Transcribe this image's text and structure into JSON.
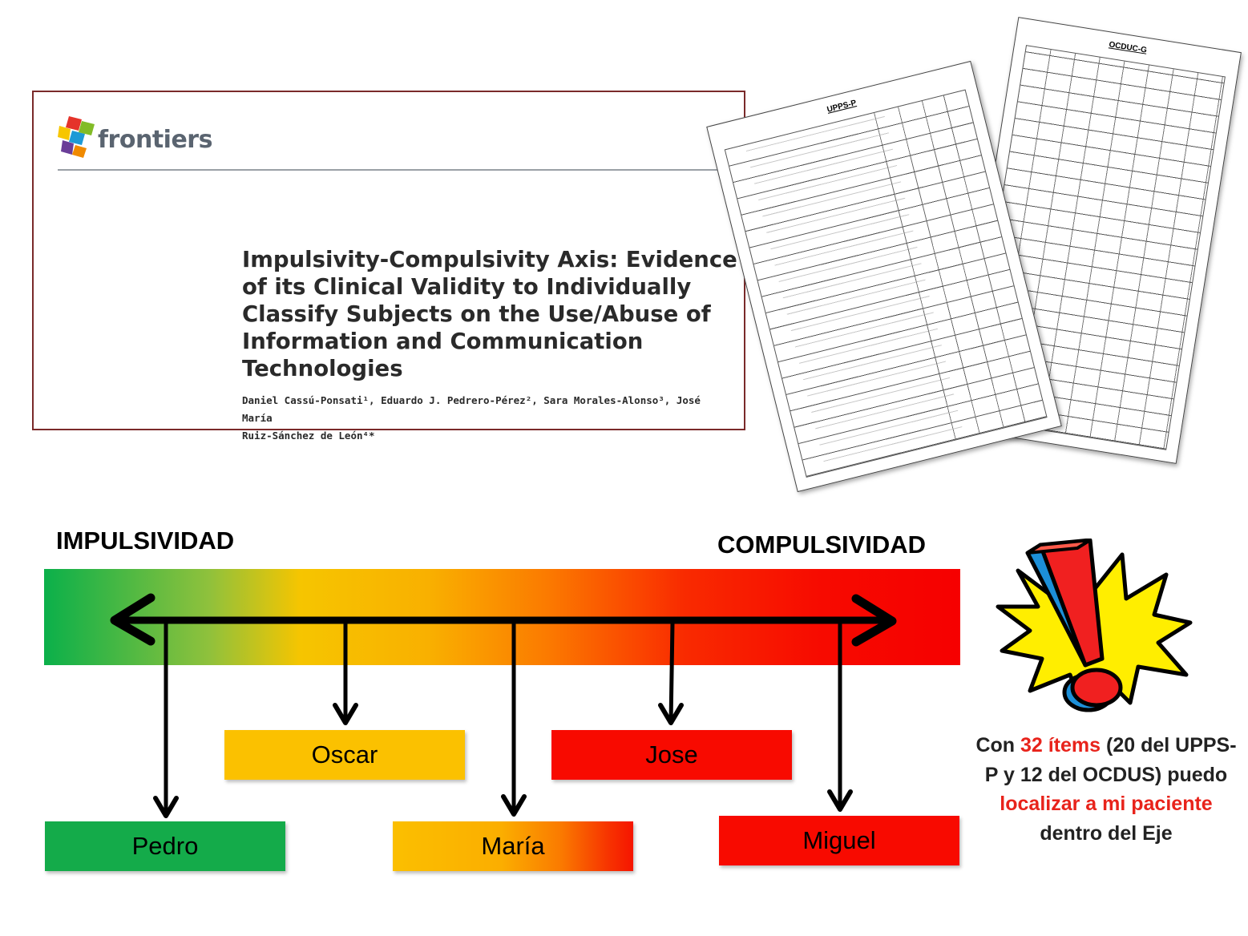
{
  "paper": {
    "publisher": "frontiers",
    "title": "Impulsivity-Compulsivity Axis: Evidence of its Clinical Validity to Individually Classify Subjects on the Use/Abuse of Information and Communication Technologies",
    "authors_line1": "Daniel Cassú-Ponsati¹, Eduardo J. Pedrero-Pérez², Sara Morales-Alonso³, José María",
    "authors_line2": "Ruiz-Sánchez de León⁴*"
  },
  "sheets": {
    "upps_title": "UPPS-P",
    "ocduc_title": "OCDUC-G"
  },
  "axis": {
    "left_label": "IMPULSIVIDAD",
    "right_label": "COMPULSIVIDAD"
  },
  "people": [
    {
      "name": "Pedro"
    },
    {
      "name": "Oscar"
    },
    {
      "name": "María"
    },
    {
      "name": "Jose"
    },
    {
      "name": "Miguel"
    }
  ],
  "caption": {
    "t1": "Con ",
    "t2": "32 ítems",
    "t3": " (20 del UPPS-P y 12 del OCDUS) puedo ",
    "t4": "localizar a mi paciente",
    "t5": " dentro del Eje"
  },
  "colors": {
    "green": "#14ab4a",
    "yellow": "#fbc100",
    "red": "#f80a00",
    "highlight": "#e8231b"
  }
}
